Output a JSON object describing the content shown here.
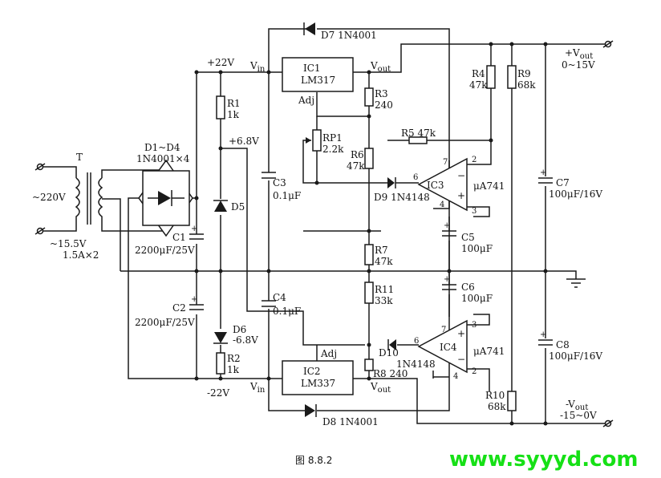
{
  "caption": "图 8.8.2",
  "watermark": "www.syyyd.com",
  "watermark_color": "#16e016",
  "input": {
    "voltage": "~220V",
    "transformer": "T",
    "secondary": "~15.5V",
    "rating": "1.5A×2"
  },
  "rectifier": {
    "name": "D1~D4",
    "part": "1N4001×4"
  },
  "rails": {
    "pos": "+22V",
    "neg": "-22V",
    "pos_ref": "+6.8V",
    "neg_ref": "-6.8V"
  },
  "outputs": {
    "pos_label": "+V",
    "pos_sub": "out",
    "pos_range": "0~15V",
    "neg_label": "-V",
    "neg_sub": "out",
    "neg_range": "-15~0V"
  },
  "ic": {
    "ic1": {
      "name": "IC1",
      "part": "LM317",
      "vin": "V",
      "vin_sub": "in",
      "vout": "V",
      "vout_sub": "out",
      "adj": "Adj"
    },
    "ic2": {
      "name": "IC2",
      "part": "LM337",
      "vin": "V",
      "vin_sub": "in",
      "vout": "V",
      "vout_sub": "out",
      "adj": "Adj"
    },
    "ic3": {
      "name": "IC3",
      "part": "μA741",
      "pins": [
        "7",
        "2",
        "6",
        "4",
        "3"
      ]
    },
    "ic4": {
      "name": "IC4",
      "part": "μA741",
      "pins": [
        "7",
        "3",
        "6",
        "4",
        "2"
      ]
    }
  },
  "components": {
    "D5": "D5",
    "D6": "D6",
    "D7": "D7 1N4001",
    "D8": "D8 1N4001",
    "D9": "D9 1N4148",
    "D10_name": "D10",
    "D10_part": "1N4148",
    "R1": [
      "R1",
      "1k"
    ],
    "R2": [
      "R2",
      "1k"
    ],
    "R3": [
      "R3",
      "240"
    ],
    "R4": [
      "R4",
      "47k"
    ],
    "R5": "R5 47k",
    "R6": [
      "R6",
      "47k"
    ],
    "R7": [
      "R7",
      "47k"
    ],
    "R8": "R8 240",
    "R9": [
      "R9",
      "68k"
    ],
    "R10": [
      "R10",
      "68k"
    ],
    "R11": [
      "R11",
      "33k"
    ],
    "RP1": [
      "RP1",
      "2.2k"
    ],
    "C1": [
      "C1",
      "2200μF/25V"
    ],
    "C2": [
      "C2",
      "2200μF/25V"
    ],
    "C3": [
      "C3",
      "0.1μF"
    ],
    "C4": [
      "C4",
      "0.1μF"
    ],
    "C5": [
      "C5",
      "100μF"
    ],
    "C6": [
      "C6",
      "100μF"
    ],
    "C7": [
      "C7",
      "100μF/16V"
    ],
    "C8": [
      "C8",
      "100μF/16V"
    ]
  }
}
